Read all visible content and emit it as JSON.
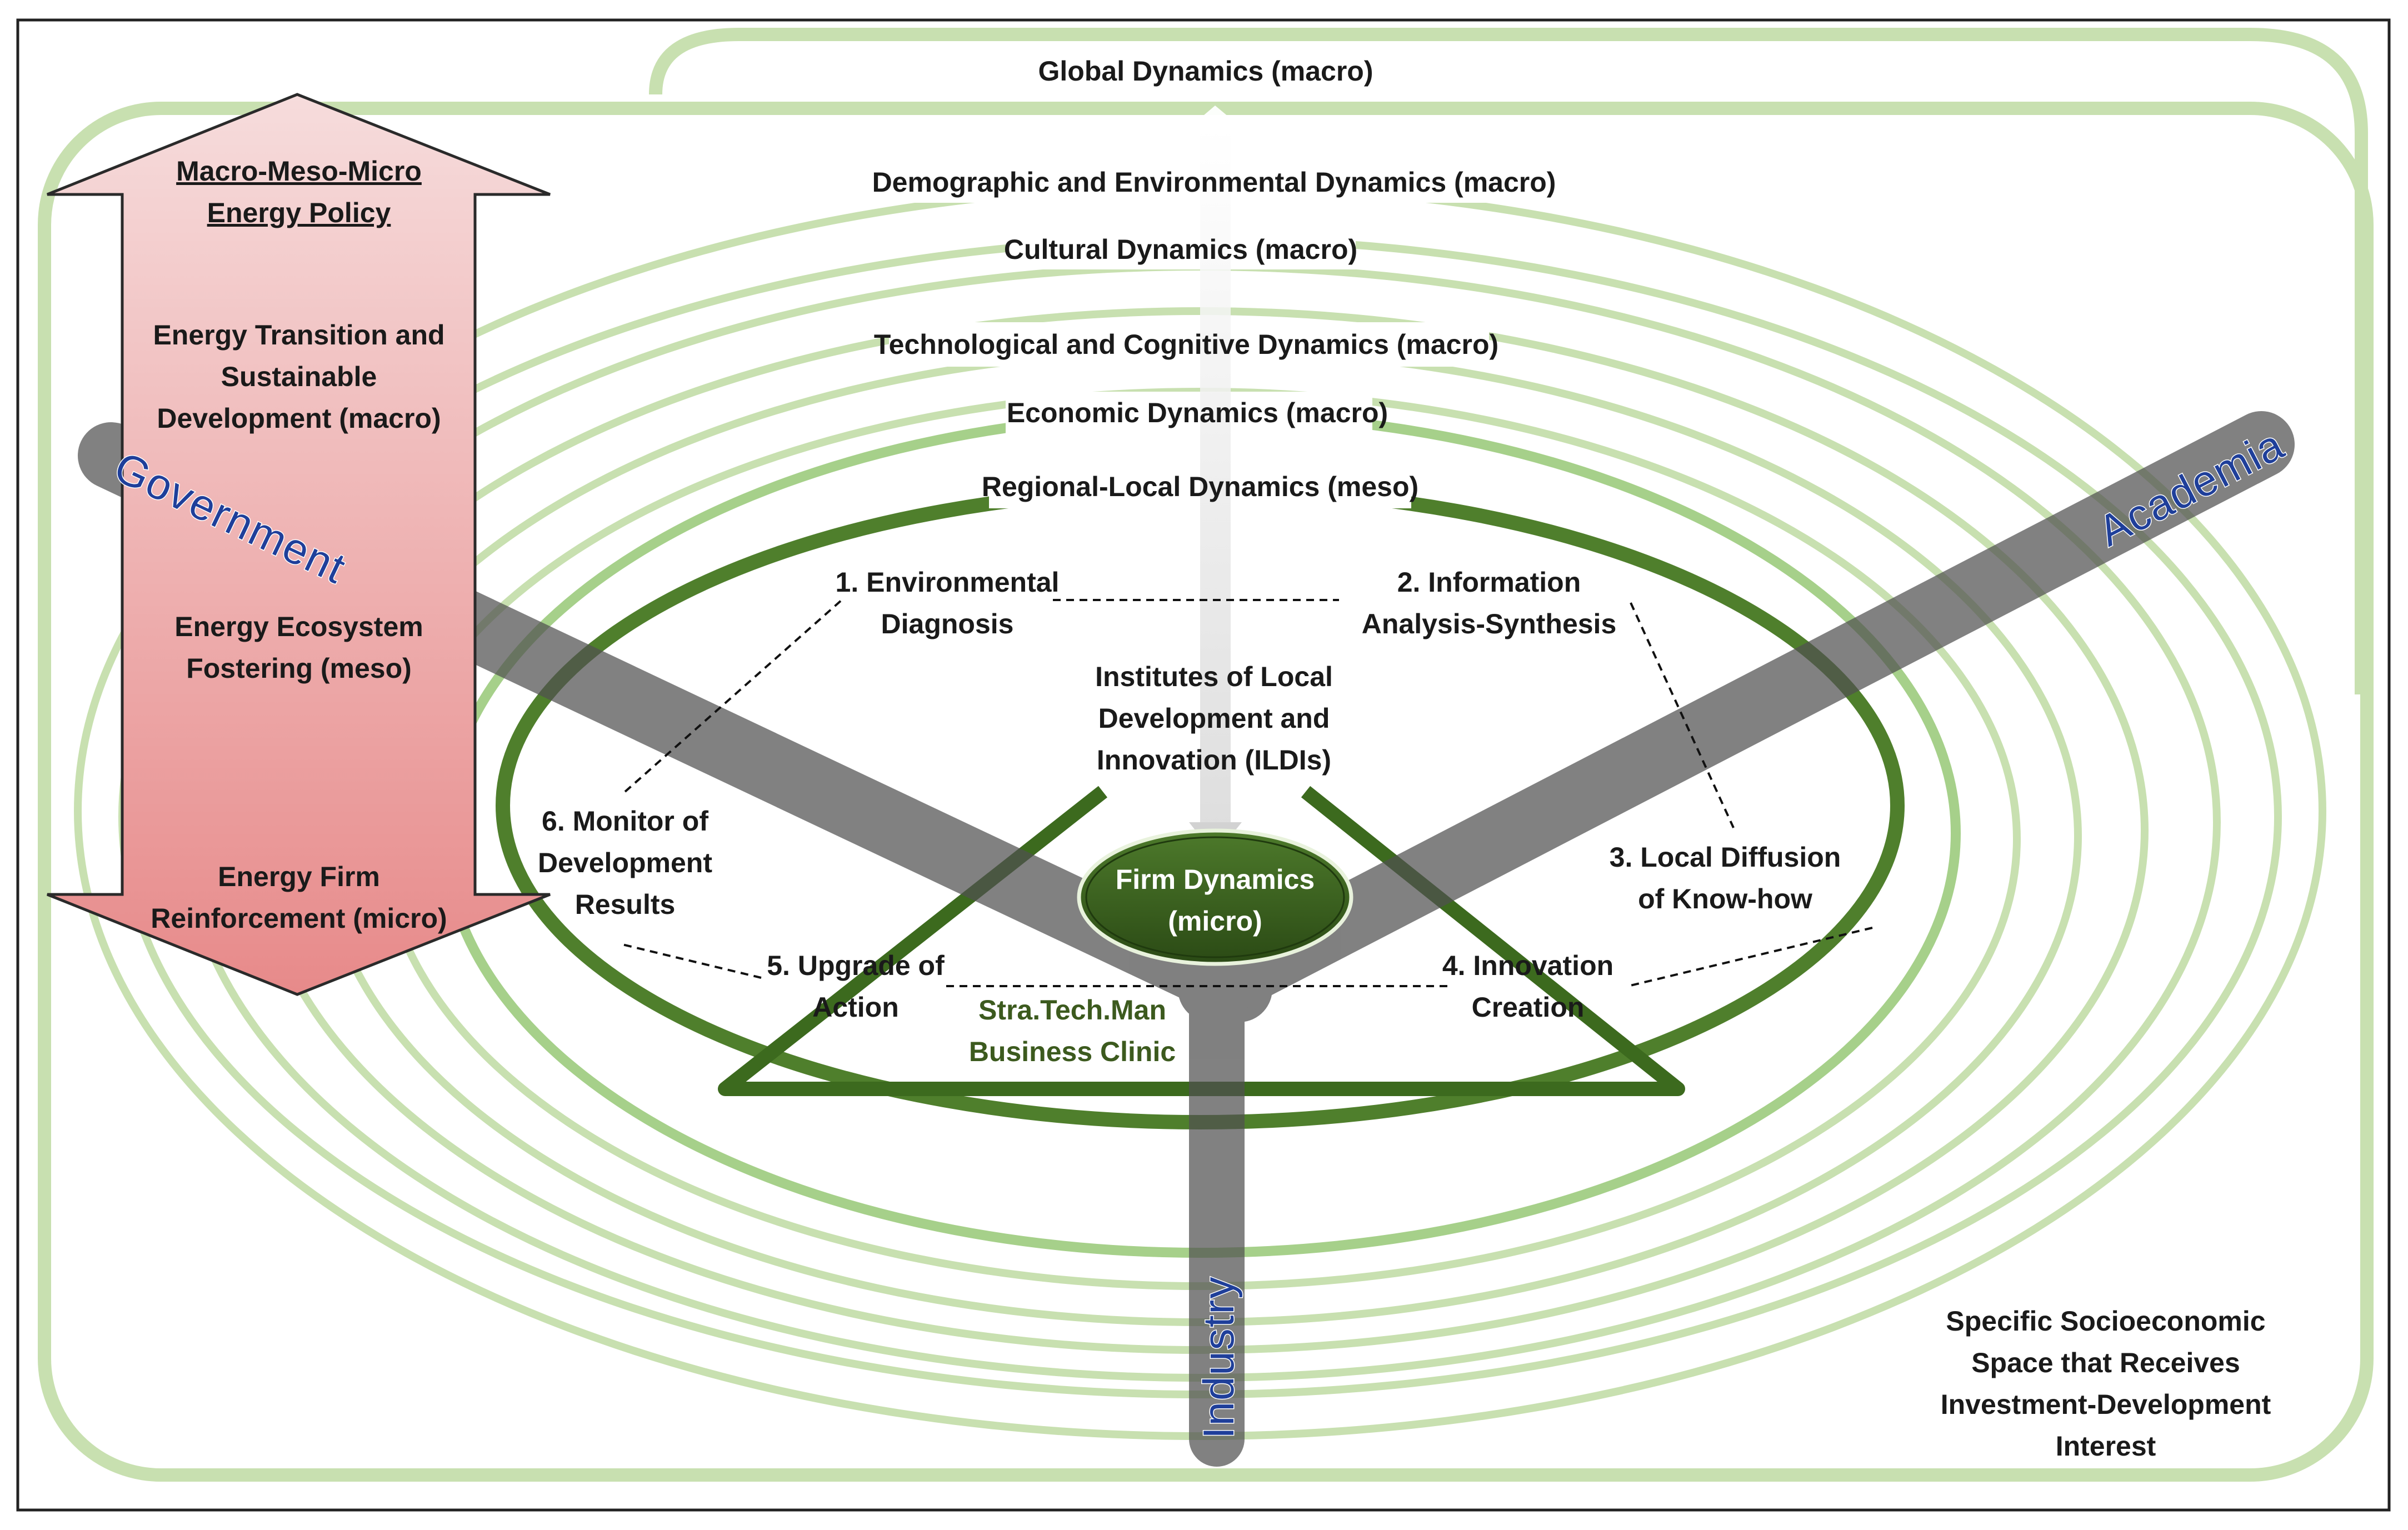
{
  "policy_arrow": {
    "title_line1": "Macro-Meso-Micro",
    "title_line2": "Energy Policy",
    "macro_line1": "Energy Transition and",
    "macro_line2": "Sustainable",
    "macro_line3": "Development (macro)",
    "meso_line1": "Energy Ecosystem",
    "meso_line2": "Fostering (meso)",
    "micro_line1": "Energy Firm",
    "micro_line2": "Reinforcement (micro)",
    "gradient_top_color": "#f6dcdc",
    "gradient_bottom_color": "#e78a8a"
  },
  "dynamics": {
    "global": "Global Dynamics (macro)",
    "demographic": "Demographic and Environmental Dynamics (macro)",
    "cultural": "Cultural Dynamics (macro)",
    "technological": "Technological and Cognitive Dynamics (macro)",
    "economic": "Economic Dynamics (macro)",
    "regional": "Regional-Local Dynamics (meso)",
    "ring_color_light": "#c8e0b0",
    "ring_color_mid": "#a6d08a",
    "ring_color_dark": "#4f7f2c"
  },
  "actors": {
    "government": "Government",
    "academia": "Academia",
    "industry": "Industry",
    "band_color": "#555555"
  },
  "process": {
    "step1_line1": "1. Environmental",
    "step1_line2": "Diagnosis",
    "step2_line1": "2. Information",
    "step2_line2": "Analysis-Synthesis",
    "step3_line1": "3. Local Diffusion",
    "step3_line2": "of Know-how",
    "step4_line1": "4. Innovation",
    "step4_line2": "Creation",
    "step5_line1": "5. Upgrade of",
    "step5_line2": "Action",
    "step6_line1": "6. Monitor of",
    "step6_line2": "Development",
    "step6_line3": "Results"
  },
  "center": {
    "ildi_line1": "Institutes of Local",
    "ildi_line2": "Development and",
    "ildi_line3": "Innovation (ILDIs)",
    "firm_line1": "Firm Dynamics",
    "firm_line2": "(micro)",
    "clinic_line1": "Stra.Tech.Man",
    "clinic_line2": "Business Clinic",
    "firm_color": "#33571b"
  },
  "space": {
    "line1": "Specific Socioeconomic",
    "line2": "Space that Receives",
    "line3": "Investment-Development",
    "line4": "Interest"
  }
}
